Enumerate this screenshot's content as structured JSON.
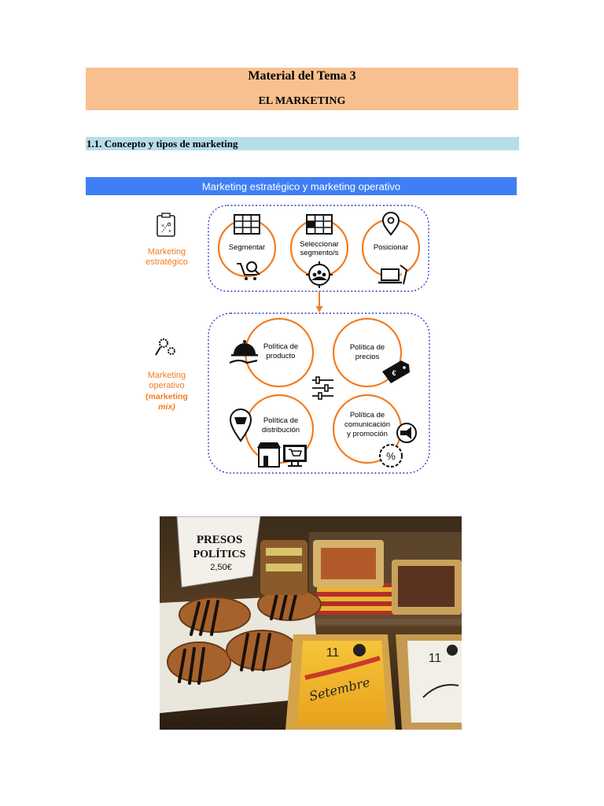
{
  "document": {
    "title": "Material del Tema 3",
    "subtitle": "EL MARKETING",
    "section_heading": "1.1. Concepto y tipos de marketing"
  },
  "diagram": {
    "banner": "Marketing estratégico y marketing operativo",
    "strategic": {
      "label_line1": "Marketing",
      "label_line2": "estratégico",
      "steps": [
        {
          "line1": "Segmentar",
          "line2": ""
        },
        {
          "line1": "Seleccionar",
          "line2": "segmento/s"
        },
        {
          "line1": "Posicionar",
          "line2": ""
        }
      ]
    },
    "operative": {
      "label_line1": "Marketing",
      "label_line2": "operativo",
      "label_line3": "(marketing",
      "label_line4": "mix)",
      "policies": [
        {
          "line1": "Política de",
          "line2": "producto",
          "line3": ""
        },
        {
          "line1": "Política de",
          "line2": "precios",
          "line3": ""
        },
        {
          "line1": "Política de",
          "line2": "distribución",
          "line3": ""
        },
        {
          "line1": "Política de",
          "line2": "comunicación",
          "line3": "y promoción"
        }
      ]
    },
    "colors": {
      "accent": "#f27c21",
      "banner": "#3f7ff5",
      "dotted": "#2e3fd6"
    }
  },
  "photo": {
    "sign_line1": "PRESOS",
    "sign_line2": "POLÍTICS",
    "sign_price": "2,50€",
    "cake_number_1": "11",
    "cake_number_2": "11",
    "cake_script": "Setembre"
  }
}
